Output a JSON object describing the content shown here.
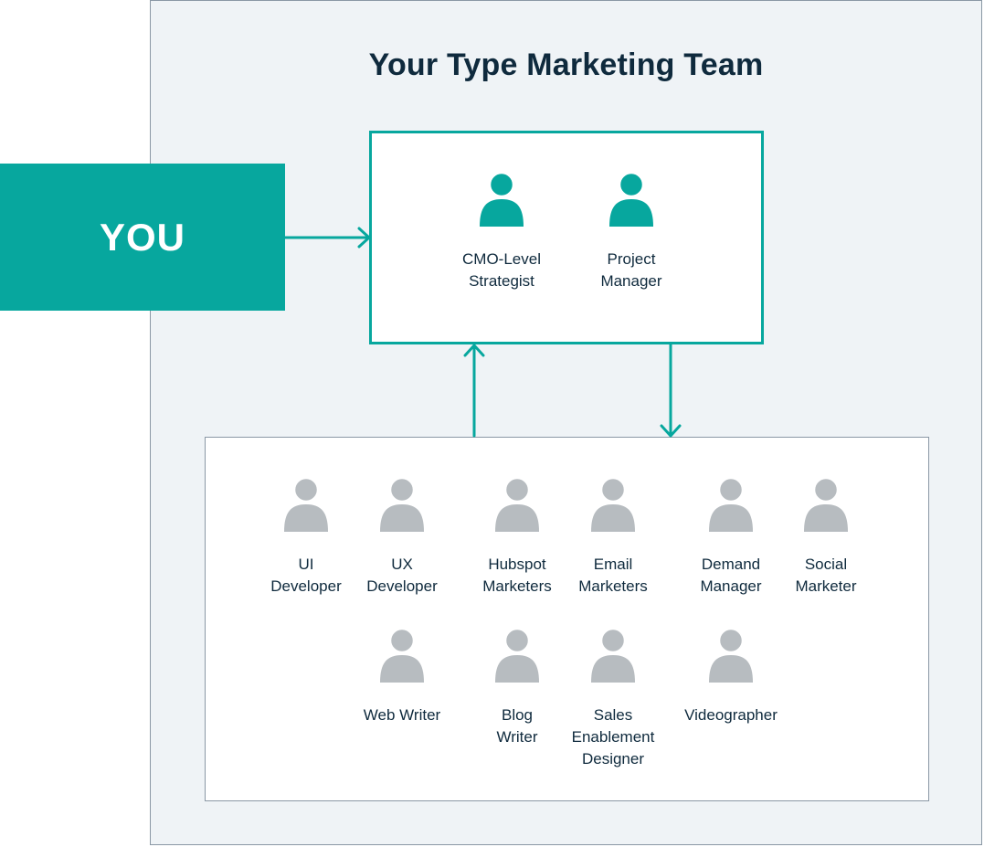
{
  "title": "Your Type Marketing Team",
  "you": {
    "label": "YOU"
  },
  "colors": {
    "accent": "#07a79e",
    "member_icon": "#b7bcc0",
    "text": "#0f2a3d",
    "panel_bg": "#eff3f6"
  },
  "leaders": [
    {
      "name": "cmo-level-strategist",
      "label": "CMO-Level\nStrategist",
      "icon": "person-icon"
    },
    {
      "name": "project-manager",
      "label": "Project\nManager",
      "icon": "person-icon"
    }
  ],
  "members": [
    {
      "name": "ui-developer",
      "label": "UI\nDeveloper"
    },
    {
      "name": "ux-developer",
      "label": "UX\nDeveloper"
    },
    {
      "name": "hubspot-marketers",
      "label": "Hubspot\nMarketers"
    },
    {
      "name": "email-marketers",
      "label": "Email\nMarketers"
    },
    {
      "name": "demand-manager",
      "label": "Demand\nManager"
    },
    {
      "name": "social-marketer",
      "label": "Social\nMarketer"
    },
    {
      "name": "web-writer",
      "label": "Web Writer"
    },
    {
      "name": "blog-writer",
      "label": "Blog\nWriter"
    },
    {
      "name": "sales-enablement-designer",
      "label": "Sales\nEnablement\nDesigner"
    },
    {
      "name": "videographer",
      "label": "Videographer"
    }
  ]
}
